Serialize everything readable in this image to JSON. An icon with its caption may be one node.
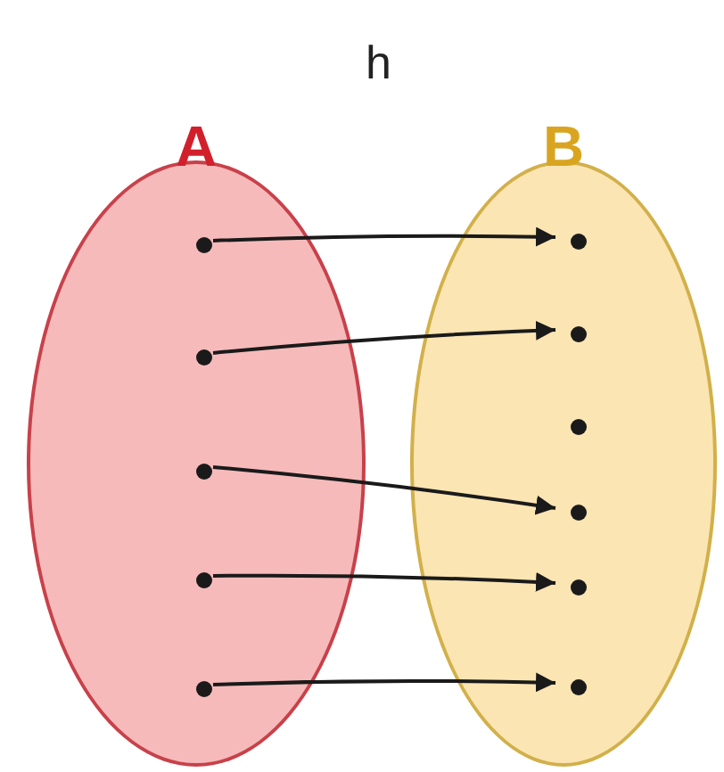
{
  "diagram": {
    "title": "h",
    "nodes": [
      {
        "text": [
          "A"
        ]
      },
      {
        "text": [
          "B"
        ]
      },
      {
        "text": [],
        "shape": "circle",
        "in": 0
      },
      {
        "text": [],
        "shape": "circle",
        "in": 0
      },
      {
        "text": [],
        "shape": "circle",
        "in": 0
      },
      {
        "text": [],
        "shape": "circle",
        "in": 0
      },
      {
        "text": [],
        "shape": "circle",
        "in": 0
      },
      {
        "text": [],
        "shape": "circle",
        "in": 1
      },
      {
        "text": [],
        "shape": "circle",
        "in": 1
      },
      {
        "text": [],
        "shape": "circle",
        "in": 1
      },
      {
        "text": [],
        "shape": "circle",
        "in": 1
      },
      {
        "text": [],
        "shape": "circle",
        "in": 1
      },
      {
        "text": [],
        "shape": "circle",
        "in": 1
      }
    ],
    "edges": [
      {
        "from": 2,
        "to": 7,
        "arrow": "to"
      },
      {
        "from": 3,
        "to": 8,
        "arrow": "to"
      },
      {
        "from": 4,
        "to": 10,
        "arrow": "to"
      },
      {
        "from": 5,
        "to": 11,
        "arrow": "to"
      },
      {
        "from": 6,
        "to": 12,
        "arrow": "to"
      }
    ]
  }
}
